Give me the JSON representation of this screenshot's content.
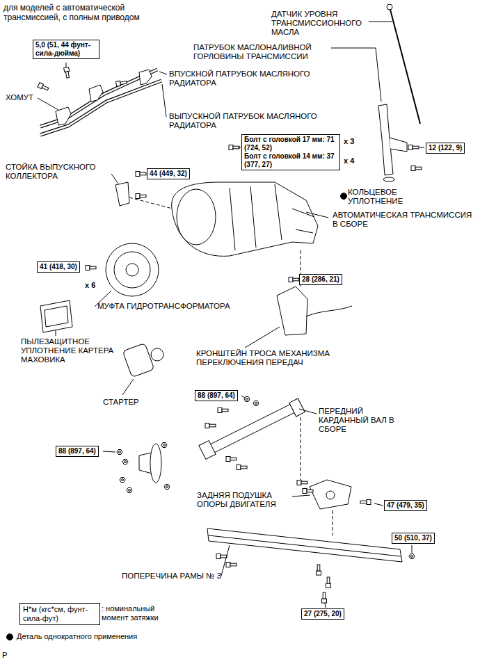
{
  "diagram": {
    "title": "для моделей с автоматической трансмиссией, с полным приводом",
    "nodes": [
      {
        "text": [
          "5,0 (51, 44 фунт-сила-дюйма)"
        ]
      },
      {
        "text": [
          "Болт с головкой 17 мм: 71 (724, 52)",
          "Болт с головкой 14 мм: 37 (377, 27)"
        ]
      },
      {
        "text": [
          "12 (122, 9)"
        ]
      },
      {
        "text": [
          "44 (449, 32)"
        ]
      },
      {
        "text": [
          "41 (418, 30)"
        ]
      },
      {
        "text": [
          "28 (286, 21)"
        ]
      },
      {
        "text": [
          "88 (897, 64)"
        ]
      },
      {
        "text": [
          "88 (897, 64)"
        ]
      },
      {
        "text": [
          "47 (479, 35)"
        ]
      },
      {
        "text": [
          "50 (510, 37)"
        ]
      },
      {
        "text": [
          "27 (275, 20)"
        ]
      },
      {
        "text": [
          "Н*м (кгс*см, фунт-сила-фут)"
        ]
      }
    ],
    "labels": [
      "ДАТЧИК УРОВНЯ ТРАНСМИССИОННОГО МАСЛА",
      "ПАТРУБОК МАСЛОНАЛИВНОЙ ГОРЛОВИНЫ ТРАНСМИССИИ",
      "ВПУСКНОЙ ПАТРУБОК МАСЛЯНОГО РАДИАТОРА",
      "ХОМУТ",
      "ВЫПУСКНОЙ ПАТРУБОК МАСЛЯНОГО РАДИАТОРА",
      "x 3",
      "x 4",
      "СТОЙКА ВЫПУСКНОГО КОЛЛЕКТОРА",
      "КОЛЬЦЕВОЕ УПЛОТНЕНИЕ",
      "АВТОМАТИЧЕСКАЯ ТРАНСМИССИЯ В СБОРЕ",
      "x 6",
      "МУФТА ГИДРОТРАНСФОРМАТОРА",
      "ПЫЛЕЗАЩИТНОЕ УПЛОТНЕНИЕ КАРТЕРА МАХОВИКА",
      "КРОНШТЕЙН ТРОСА МЕХАНИЗМА ПЕРЕКЛЮЧЕНИЯ ПЕРЕДАЧ",
      "СТАРТЕР",
      "ПЕРЕДНИЙ КАРДАННЫЙ ВАЛ В СБОРЕ",
      "ЗАДНЯЯ ПОДУШКА ОПОРЫ ДВИГАТЕЛЯ",
      "ПОПЕРЕЧИНА РАМЫ № 3",
      "P"
    ],
    "legend": [
      {
        "text": ": номинальный момент затяжки"
      },
      {
        "text": "Деталь однократного применения"
      }
    ]
  }
}
